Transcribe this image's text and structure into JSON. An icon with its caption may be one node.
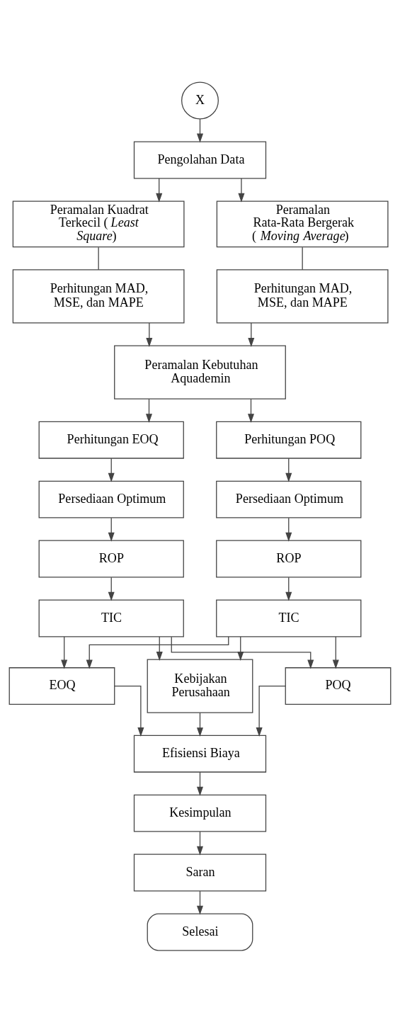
{
  "diagram": {
    "nodes": [
      {
        "text": [
          "X"
        ]
      },
      {
        "text": [
          "Pengolahan Data"
        ]
      },
      {
        "text": [
          "Peramalan Kuadrat Terkecil (*Least Square*)"
        ]
      },
      {
        "text": [
          "Peramalan Rata-Rata Bergerak (*Moving Average*)"
        ]
      },
      {
        "text": [
          "Perhitungan MAD, MSE, dan MAPE"
        ]
      },
      {
        "text": [
          "Perhitungan MAD, MSE, dan MAPE"
        ]
      },
      {
        "text": [
          "Peramalan Kebutuhan Aquademin"
        ]
      },
      {
        "text": [
          "Perhitungan EOQ"
        ]
      },
      {
        "text": [
          "Perhitungan POQ"
        ]
      },
      {
        "text": [
          "Persediaan Optimum"
        ]
      },
      {
        "text": [
          "Persediaan Optimum"
        ]
      },
      {
        "text": [
          "ROP"
        ]
      },
      {
        "text": [
          "ROP"
        ]
      },
      {
        "text": [
          "TIC"
        ]
      },
      {
        "text": [
          "TIC"
        ]
      },
      {
        "text": [
          "EOQ"
        ]
      },
      {
        "text": [
          "Kebijakan Perusahaan"
        ]
      },
      {
        "text": [
          "POQ"
        ]
      },
      {
        "text": [
          "Efisiensi Biaya"
        ]
      },
      {
        "text": [
          "Kesimpulan"
        ]
      },
      {
        "text": [
          "Saran"
        ]
      },
      {
        "text": [
          "Selesai"
        ]
      }
    ],
    "edges": [
      {
        "from": 0,
        "to": 1,
        "arrow": "to"
      },
      {
        "from": 1,
        "to": 2,
        "arrow": "to"
      },
      {
        "from": 1,
        "to": 3,
        "arrow": "to"
      },
      {
        "from": 2,
        "to": 4,
        "arrow": "none"
      },
      {
        "from": 3,
        "to": 5,
        "arrow": "none"
      },
      {
        "from": 4,
        "to": 6,
        "arrow": "to"
      },
      {
        "from": 5,
        "to": 6,
        "arrow": "to"
      },
      {
        "from": 6,
        "to": 7,
        "arrow": "to"
      },
      {
        "from": 6,
        "to": 8,
        "arrow": "to"
      },
      {
        "from": 7,
        "to": 9,
        "arrow": "to"
      },
      {
        "from": 9,
        "to": 11,
        "arrow": "to"
      },
      {
        "from": 11,
        "to": 13,
        "arrow": "to"
      },
      {
        "from": 8,
        "to": 10,
        "arrow": "to"
      },
      {
        "from": 10,
        "to": 12,
        "arrow": "to"
      },
      {
        "from": 12,
        "to": 14,
        "arrow": "to"
      },
      {
        "from": 13,
        "to": 15,
        "arrow": "to"
      },
      {
        "from": 13,
        "to": 16,
        "arrow": "to"
      },
      {
        "from": 13,
        "to": 17,
        "arrow": "to"
      },
      {
        "from": 14,
        "to": 15,
        "arrow": "to"
      },
      {
        "from": 14,
        "to": 16,
        "arrow": "to"
      },
      {
        "from": 14,
        "to": 17,
        "arrow": "to"
      },
      {
        "from": 15,
        "to": 18,
        "arrow": "to"
      },
      {
        "from": 16,
        "to": 18,
        "arrow": "to"
      },
      {
        "from": 17,
        "to": 18,
        "arrow": "to"
      },
      {
        "from": 18,
        "to": 19,
        "arrow": "to"
      },
      {
        "from": 19,
        "to": 20,
        "arrow": "to"
      },
      {
        "from": 20,
        "to": 21,
        "arrow": "to"
      }
    ]
  }
}
